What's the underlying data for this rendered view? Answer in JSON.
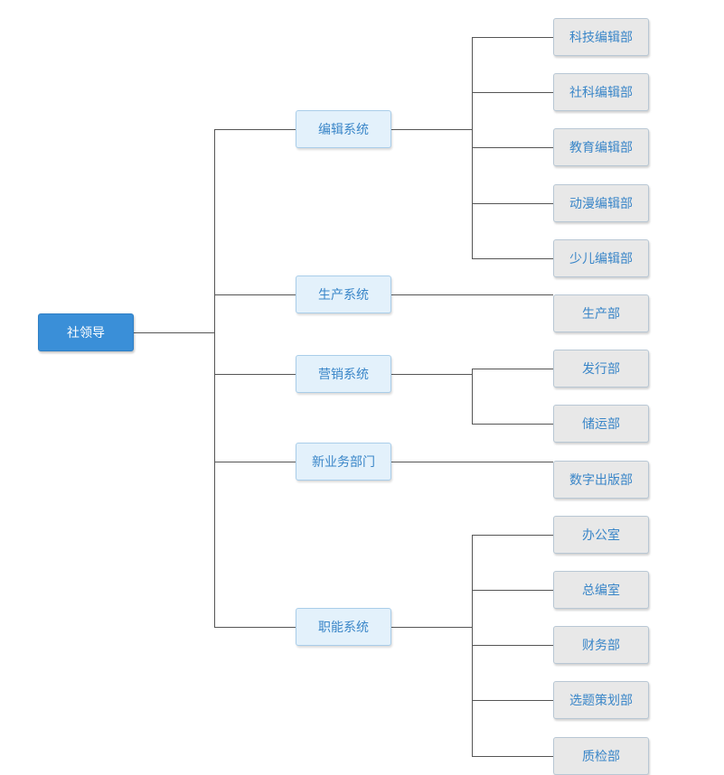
{
  "root": {
    "label": "社领导"
  },
  "systems": [
    {
      "label": "编辑系统",
      "departments": [
        "科技编辑部",
        "社科编辑部",
        "教育编辑部",
        "动漫编辑部",
        "少儿编辑部"
      ]
    },
    {
      "label": "生产系统",
      "departments": [
        "生产部"
      ]
    },
    {
      "label": "营销系统",
      "departments": [
        "发行部",
        "储运部"
      ]
    },
    {
      "label": "新业务部门",
      "departments": [
        "数字出版部"
      ]
    },
    {
      "label": "职能系统",
      "departments": [
        "办公室",
        "总编室",
        "财务部",
        "选题策划部",
        "质检部"
      ]
    }
  ],
  "colors": {
    "root_fill": "#3a8fd8",
    "system_fill": "#e3f1fb",
    "department_fill": "#e8e8e8",
    "label_text": "#3a86c8",
    "connector": "#555555"
  }
}
